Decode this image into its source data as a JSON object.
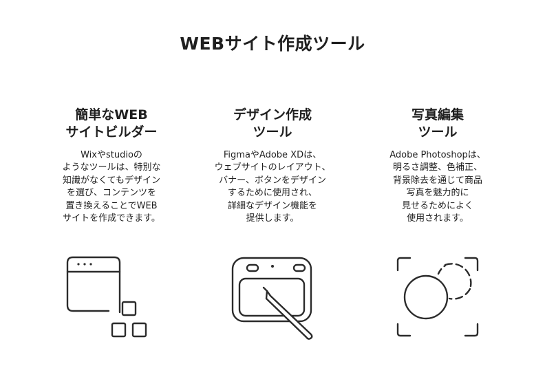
{
  "page": {
    "title": "WEBサイト作成ツール"
  },
  "columns": [
    {
      "title_lines": [
        "簡単なWEB",
        "サイトビルダー"
      ],
      "description_lines": [
        "Wixやstudioの",
        "ようなツールは、特別な",
        "知識がなくてもデザイン",
        "を選び、コンテンツを",
        "置き換えることでWEB",
        "サイトを作成できます。"
      ],
      "icon": "browser-window-icon"
    },
    {
      "title_lines": [
        "デザイン作成",
        "ツール"
      ],
      "description_lines": [
        "FigmaやAdobe XDは、",
        "ウェブサイトのレイアウト、",
        "バナー、ボタンをデザイン",
        "するために使用され、",
        "詳細なデザイン機能を",
        "提供します。"
      ],
      "icon": "pen-tablet-icon"
    },
    {
      "title_lines": [
        "写真編集",
        "ツール"
      ],
      "description_lines": [
        "Adobe Photoshopは、",
        "明るさ調整、色補正、",
        "背景除去を通じて商品",
        "写真を魅力的に",
        "見せるためによく",
        "使用されます。"
      ],
      "icon": "photo-crop-icon"
    }
  ],
  "colors": {
    "text": "#1f1f1f",
    "icon_stroke": "#2b2b2b",
    "background": "#ffffff"
  }
}
